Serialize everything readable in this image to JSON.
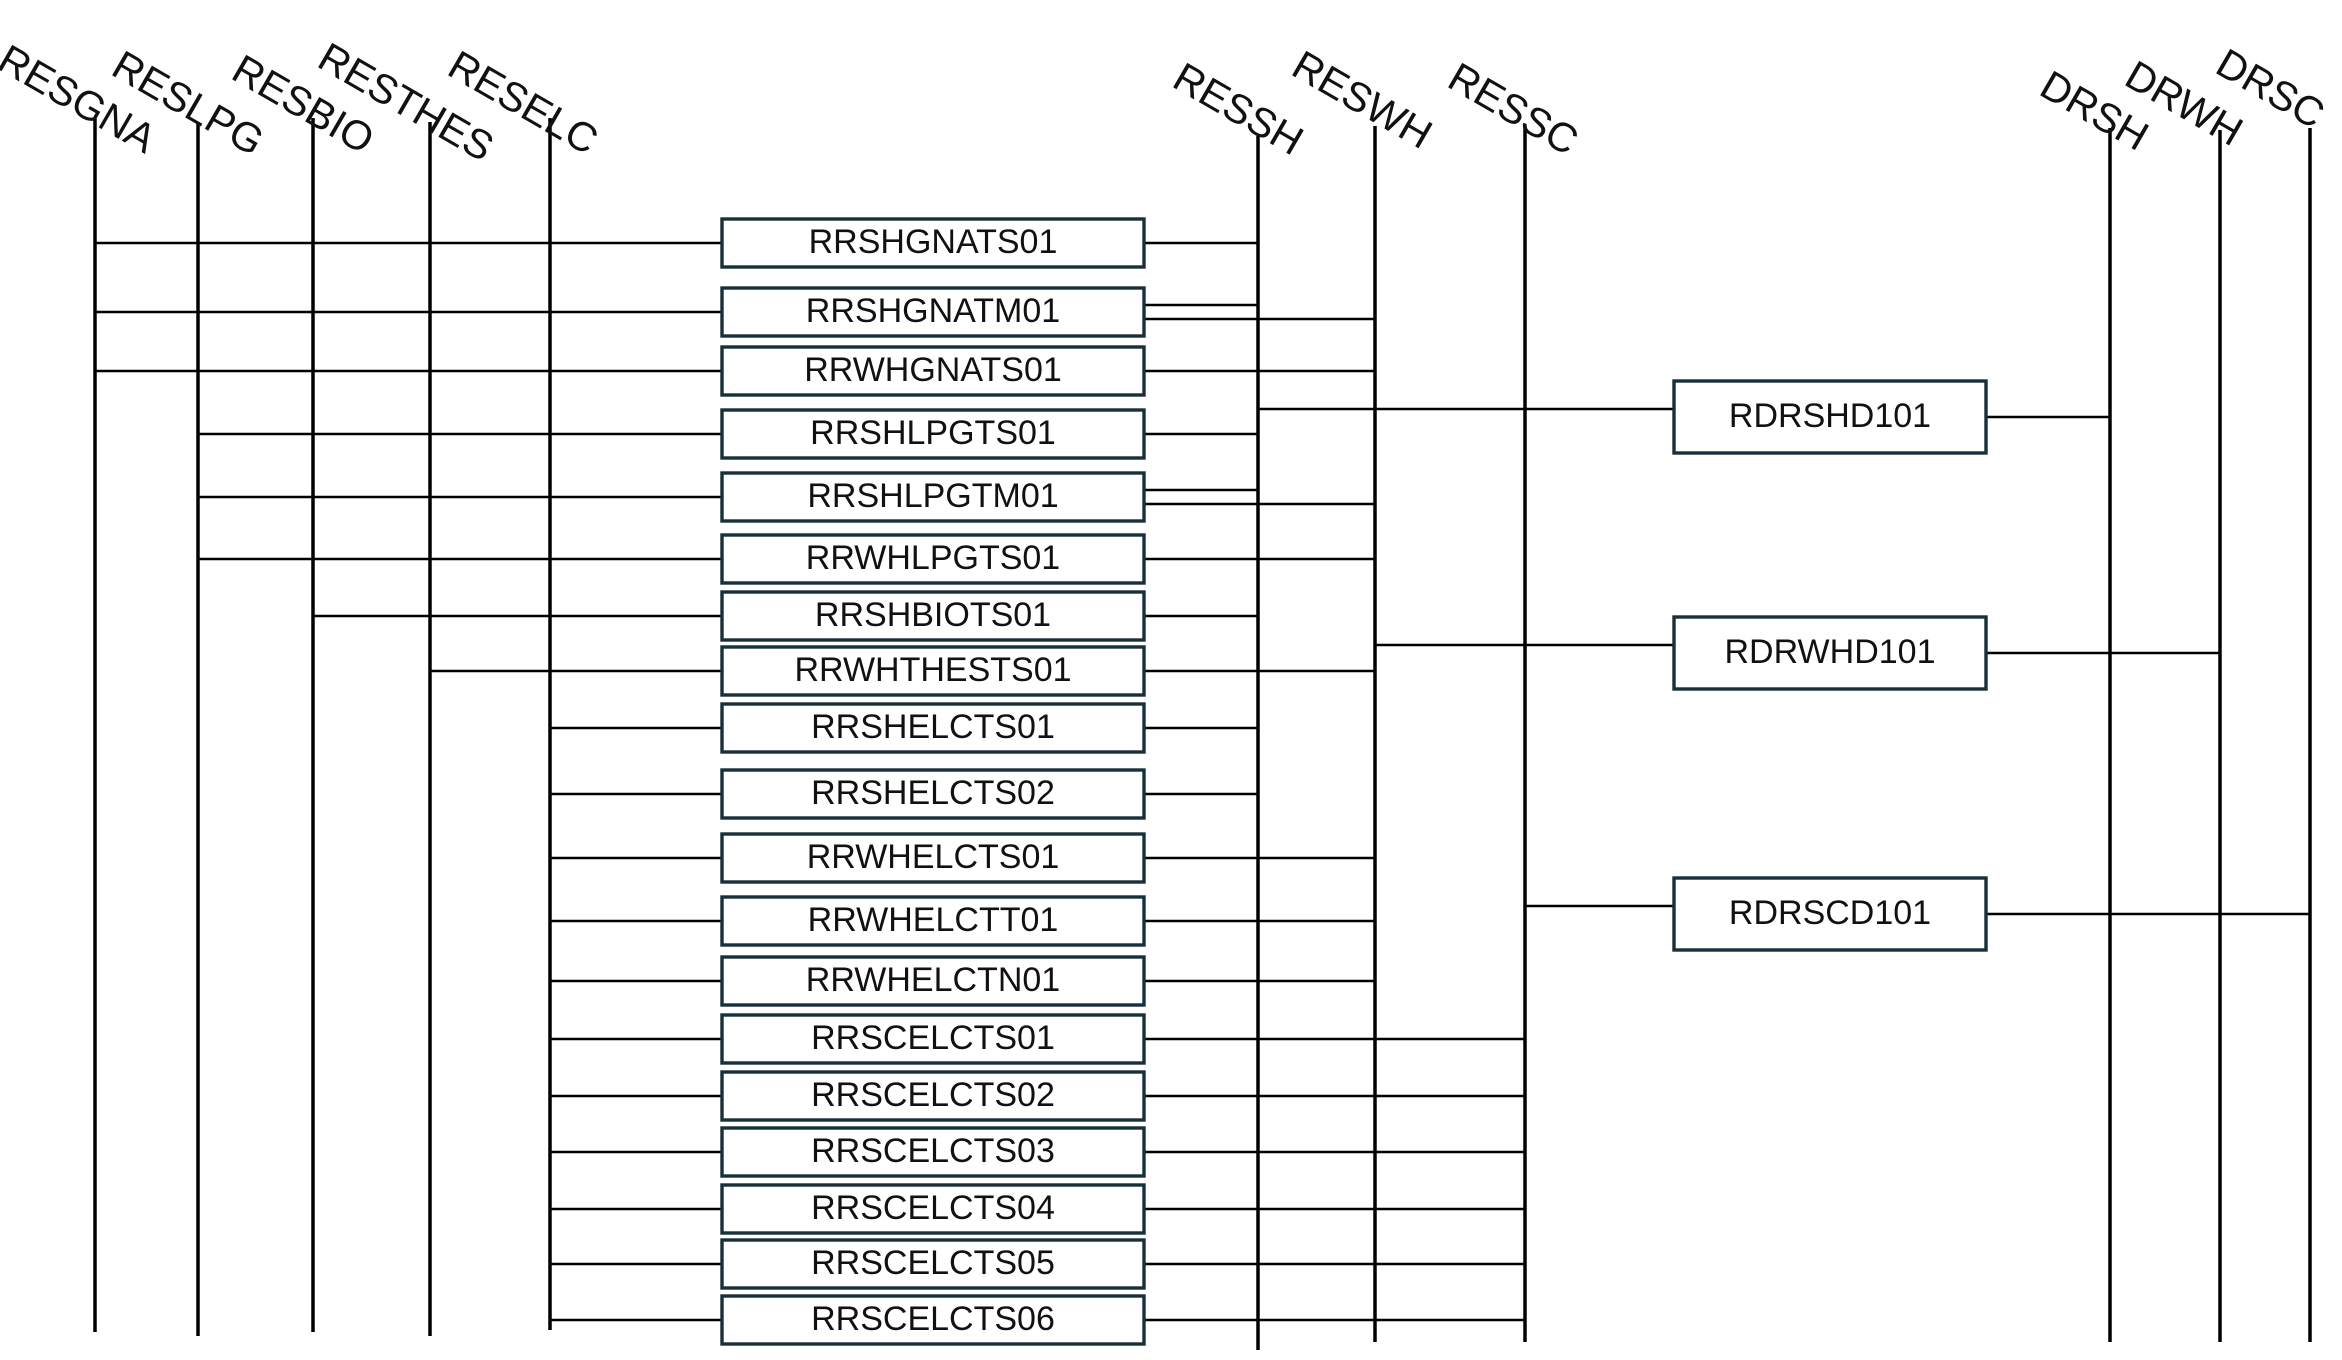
{
  "diagram": {
    "buses": [
      {
        "id": "RESGNA",
        "label": "RESGNA"
      },
      {
        "id": "RESLPG",
        "label": "RESLPG"
      },
      {
        "id": "RESBIO",
        "label": "RESBIO"
      },
      {
        "id": "RESTHES",
        "label": "RESTHES"
      },
      {
        "id": "RESELC",
        "label": "RESELC"
      },
      {
        "id": "RESSH",
        "label": "RESSH"
      },
      {
        "id": "RESWH",
        "label": "RESWH"
      },
      {
        "id": "RESSC",
        "label": "RESSC"
      },
      {
        "id": "DRSH",
        "label": "DRSH"
      },
      {
        "id": "DRWH",
        "label": "DRWH"
      },
      {
        "id": "DRSC",
        "label": "DRSC"
      }
    ],
    "processes": [
      {
        "id": "RRSHGNATS01",
        "label": "RRSHGNATS01",
        "inputs": [
          "RESGNA"
        ],
        "outputs": [
          "RESSH"
        ]
      },
      {
        "id": "RRSHGNATM01",
        "label": "RRSHGNATM01",
        "inputs": [
          "RESGNA"
        ],
        "outputs": [
          "RESSH",
          "RESWH"
        ]
      },
      {
        "id": "RRWHGNATS01",
        "label": "RRWHGNATS01",
        "inputs": [
          "RESGNA"
        ],
        "outputs": [
          "RESWH"
        ]
      },
      {
        "id": "RRSHLPGTS01",
        "label": "RRSHLPGTS01",
        "inputs": [
          "RESLPG"
        ],
        "outputs": [
          "RESSH"
        ]
      },
      {
        "id": "RRSHLPGTM01",
        "label": "RRSHLPGTM01",
        "inputs": [
          "RESLPG"
        ],
        "outputs": [
          "RESSH",
          "RESWH"
        ]
      },
      {
        "id": "RRWHLPGTS01",
        "label": "RRWHLPGTS01",
        "inputs": [
          "RESLPG"
        ],
        "outputs": [
          "RESWH"
        ]
      },
      {
        "id": "RRSHBIOTS01",
        "label": "RRSHBIOTS01",
        "inputs": [
          "RESBIO"
        ],
        "outputs": [
          "RESSH"
        ]
      },
      {
        "id": "RRWHTHESTS01",
        "label": "RRWHTHESTS01",
        "inputs": [
          "RESTHES"
        ],
        "outputs": [
          "RESWH"
        ]
      },
      {
        "id": "RRSHELCTS01",
        "label": "RRSHELCTS01",
        "inputs": [
          "RESELC"
        ],
        "outputs": [
          "RESSH"
        ]
      },
      {
        "id": "RRSHELCTS02",
        "label": "RRSHELCTS02",
        "inputs": [
          "RESELC"
        ],
        "outputs": [
          "RESSH"
        ]
      },
      {
        "id": "RRWHELCTS01",
        "label": "RRWHELCTS01",
        "inputs": [
          "RESELC"
        ],
        "outputs": [
          "RESWH"
        ]
      },
      {
        "id": "RRWHELCTT01",
        "label": "RRWHELCTT01",
        "inputs": [
          "RESELC"
        ],
        "outputs": [
          "RESWH"
        ]
      },
      {
        "id": "RRWHELCTN01",
        "label": "RRWHELCTN01",
        "inputs": [
          "RESELC"
        ],
        "outputs": [
          "RESWH"
        ]
      },
      {
        "id": "RRSCELCTS01",
        "label": "RRSCELCTS01",
        "inputs": [
          "RESELC"
        ],
        "outputs": [
          "RESSC"
        ]
      },
      {
        "id": "RRSCELCTS02",
        "label": "RRSCELCTS02",
        "inputs": [
          "RESELC"
        ],
        "outputs": [
          "RESSC"
        ]
      },
      {
        "id": "RRSCELCTS03",
        "label": "RRSCELCTS03",
        "inputs": [
          "RESELC"
        ],
        "outputs": [
          "RESSC"
        ]
      },
      {
        "id": "RRSCELCTS04",
        "label": "RRSCELCTS04",
        "inputs": [
          "RESELC"
        ],
        "outputs": [
          "RESSC"
        ]
      },
      {
        "id": "RRSCELCTS05",
        "label": "RRSCELCTS05",
        "inputs": [
          "RESELC"
        ],
        "outputs": [
          "RESSC"
        ]
      },
      {
        "id": "RRSCELCTS06",
        "label": "RRSCELCTS06",
        "inputs": [
          "RESELC"
        ],
        "outputs": [
          "RESSC"
        ]
      }
    ],
    "demand_processes": [
      {
        "id": "RDRSHD101",
        "label": "RDRSHD101",
        "input": "RESSH",
        "output": "DRSH"
      },
      {
        "id": "RDRWHD101",
        "label": "RDRWHD101",
        "input": "RESWH",
        "output": "DRWH"
      },
      {
        "id": "RDRSCD101",
        "label": "RDRSCD101",
        "input": "RESSC",
        "output": "DRSC"
      }
    ]
  }
}
